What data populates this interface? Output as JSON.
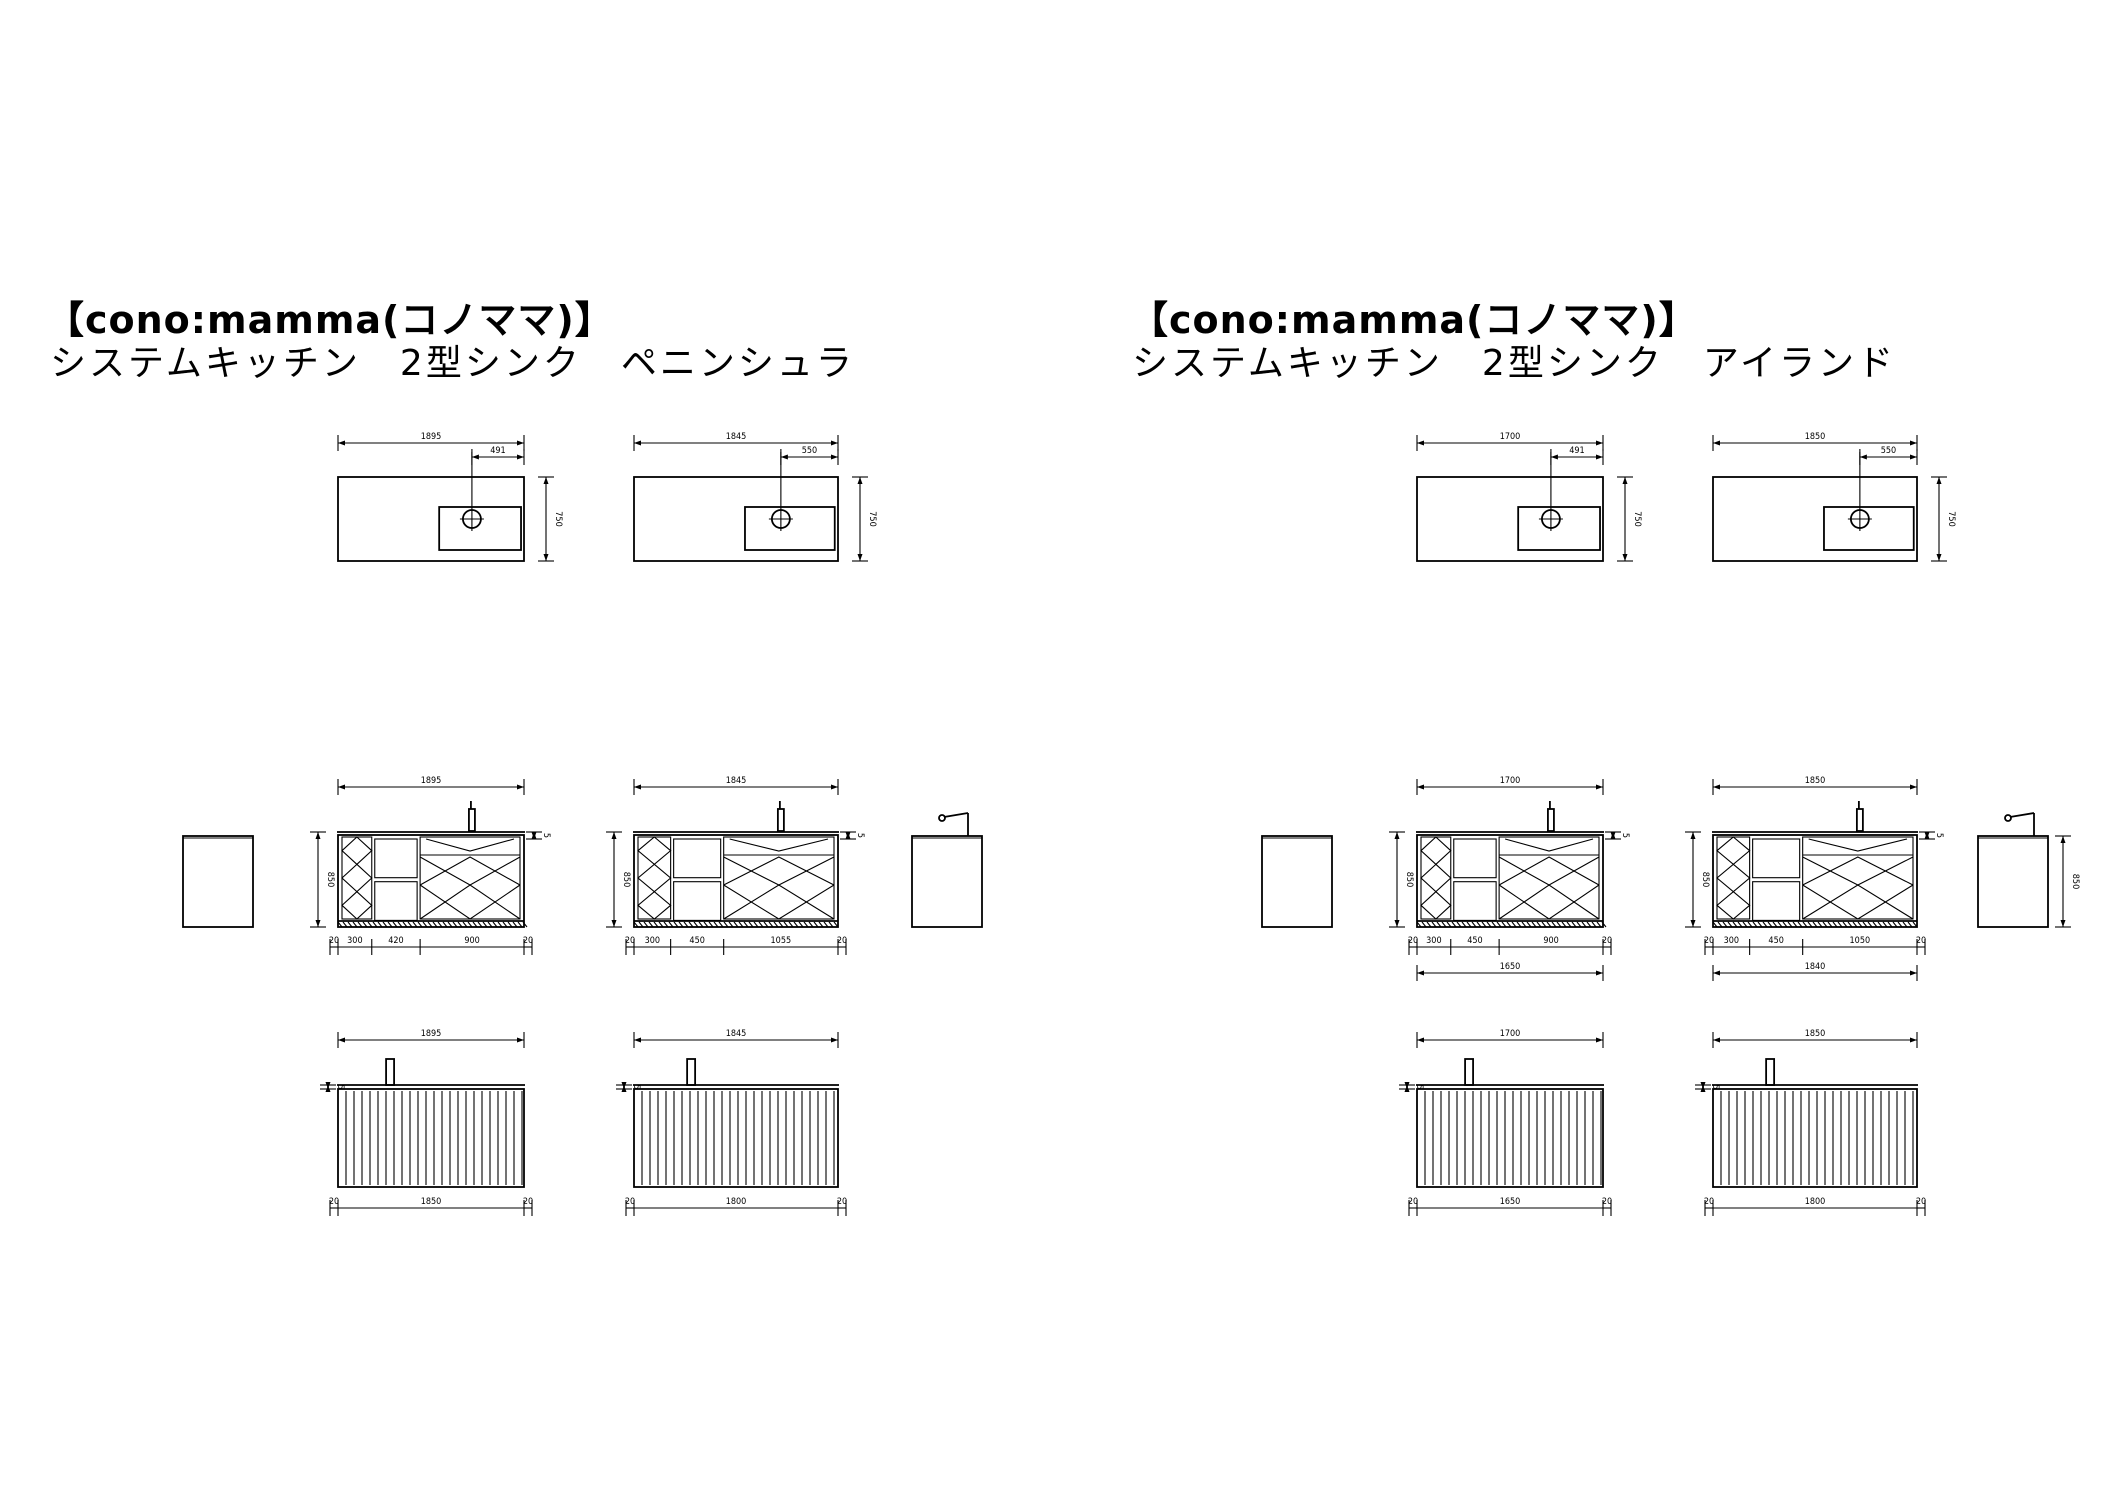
{
  "left": {
    "title": "【cono:mamma(コノママ)】",
    "subtitle": "システムキッチン　2型シンク　ペニンシュラ",
    "plans": [
      {
        "width": "1895",
        "offset": "491",
        "depth": "750"
      },
      {
        "width": "1845",
        "offset": "550",
        "depth": "750"
      }
    ],
    "elevations": [
      {
        "width": "1895",
        "height": "850",
        "gap": "5",
        "parts": [
          "20",
          "300",
          "420",
          "900",
          "20"
        ],
        "total": ""
      },
      {
        "width": "1845",
        "height": "850",
        "gap": "5",
        "parts": [
          "20",
          "300",
          "450",
          "1055",
          "20"
        ],
        "total": ""
      }
    ],
    "backs": [
      {
        "width": "1895",
        "gap": "5",
        "parts": [
          "20",
          "1850",
          "20"
        ]
      },
      {
        "width": "1845",
        "gap": "5",
        "parts": [
          "20",
          "1800",
          "20"
        ]
      }
    ],
    "side_height": ""
  },
  "right": {
    "title": "【cono:mamma(コノママ)】",
    "subtitle": "システムキッチン　2型シンク　アイランド",
    "plans": [
      {
        "width": "1700",
        "offset": "491",
        "depth": "750"
      },
      {
        "width": "1850",
        "offset": "550",
        "depth": "750"
      }
    ],
    "elevations": [
      {
        "width": "1700",
        "height": "850",
        "gap": "5",
        "parts": [
          "20",
          "300",
          "450",
          "900",
          "20"
        ],
        "total": "1650"
      },
      {
        "width": "1850",
        "height": "850",
        "gap": "5",
        "parts": [
          "20",
          "300",
          "450",
          "1050",
          "20"
        ],
        "total": "1840"
      }
    ],
    "backs": [
      {
        "width": "1700",
        "gap": "5",
        "parts": [
          "20",
          "1650",
          "20"
        ]
      },
      {
        "width": "1850",
        "gap": "5",
        "parts": [
          "20",
          "1800",
          "20"
        ]
      }
    ],
    "side_height": "850"
  }
}
